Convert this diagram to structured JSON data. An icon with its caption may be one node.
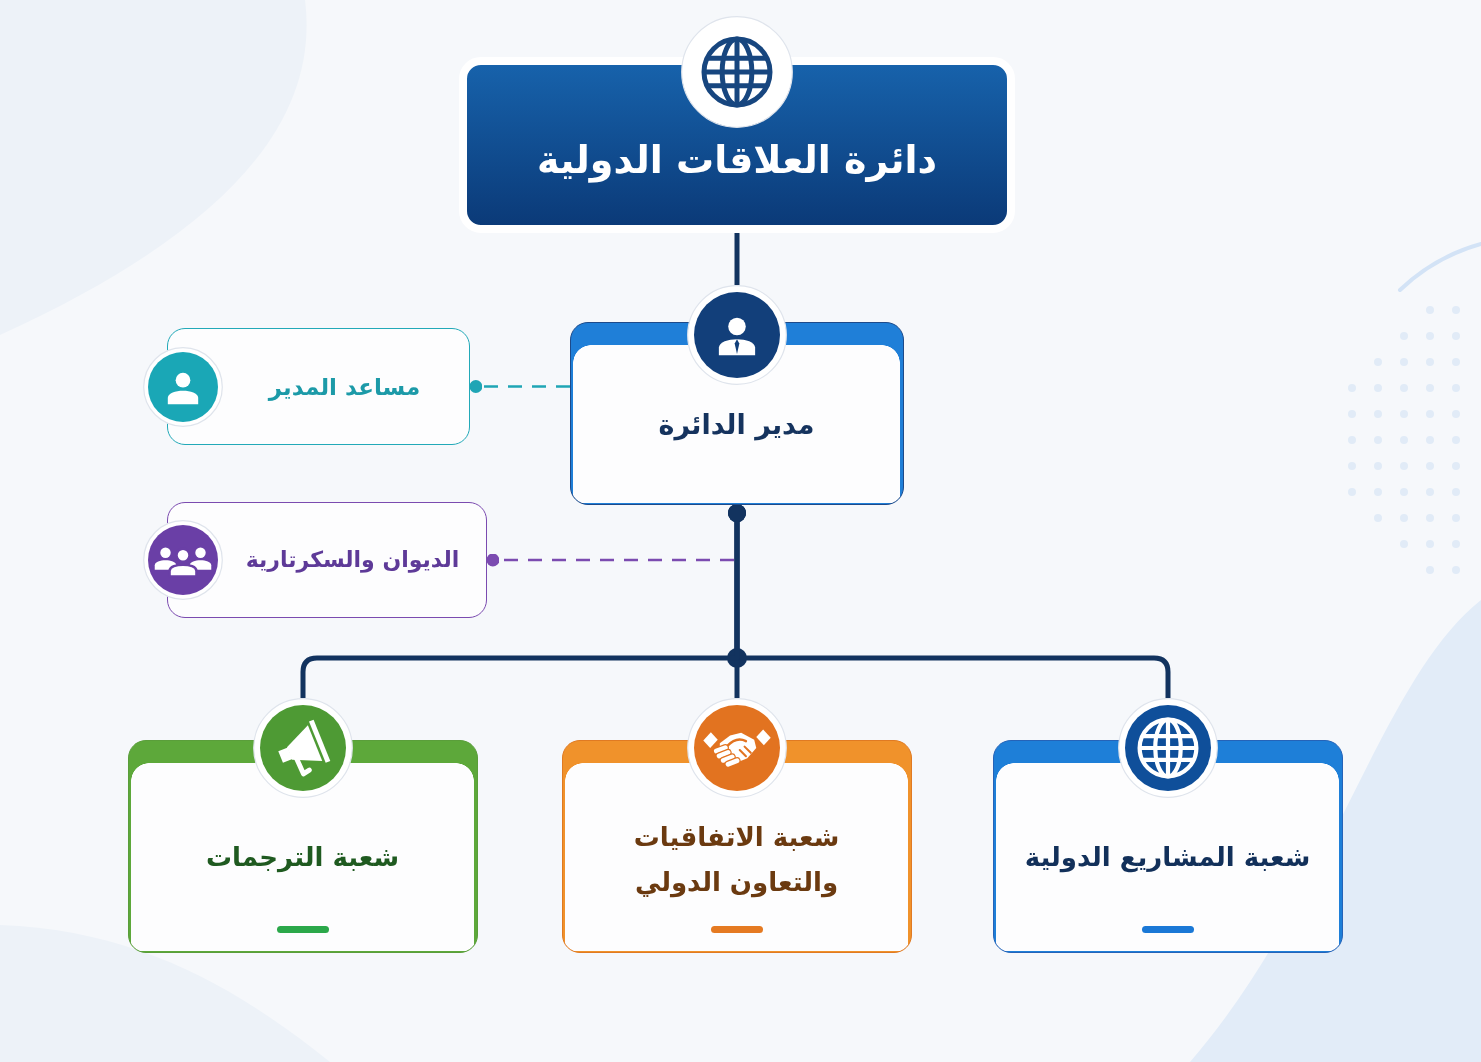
{
  "diagram": {
    "nodes": [
      {
        "text": [
          "دائرة العلاقات الدولية"
        ]
      },
      {
        "text": [
          "مدير الدائرة"
        ]
      },
      {
        "text": [
          "مساعد المدير"
        ]
      },
      {
        "text": [
          "الديوان والسكرتارية"
        ]
      },
      {
        "text": [
          "شعبة المشاريع الدولية"
        ]
      },
      {
        "text": [
          "شعبة الاتفاقيات والتعاون الدولي"
        ]
      },
      {
        "text": [
          "شعبة الترجمات"
        ]
      }
    ],
    "edges": [
      {
        "from": 0,
        "to": 1,
        "arrow": "none"
      },
      {
        "from": 1,
        "to": 2,
        "arrow": "other",
        "style": "dashed",
        "color": "#1fa5b5"
      },
      {
        "from": 1,
        "to": 3,
        "arrow": "other",
        "style": "dashed",
        "color": "#7b4bb0"
      },
      {
        "from": 1,
        "to": 4,
        "arrow": "other"
      },
      {
        "from": 1,
        "to": 5,
        "arrow": "other"
      },
      {
        "from": 1,
        "to": 6,
        "arrow": "other"
      }
    ]
  }
}
